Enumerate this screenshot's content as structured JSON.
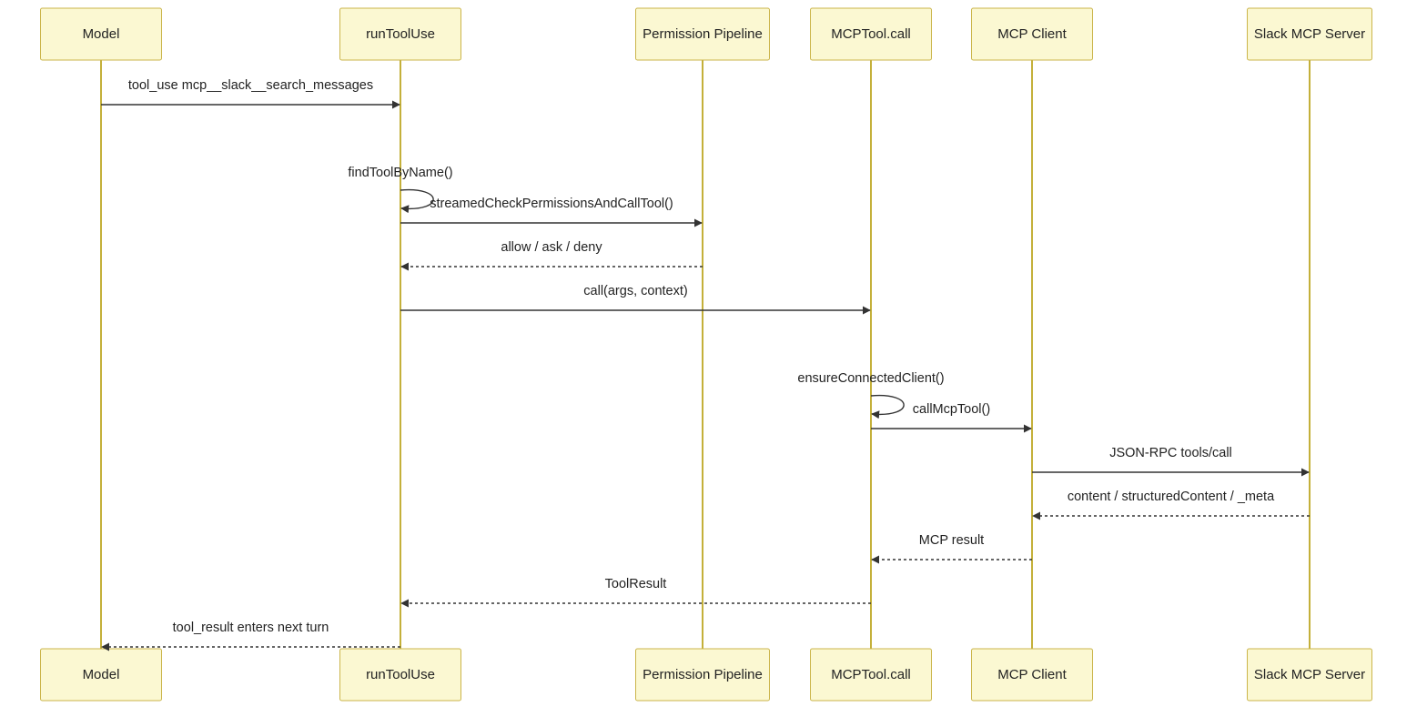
{
  "actors": [
    {
      "id": "model",
      "label": "Model"
    },
    {
      "id": "runtooluse",
      "label": "runToolUse"
    },
    {
      "id": "permission",
      "label": "Permission Pipeline"
    },
    {
      "id": "mcptool",
      "label": "MCPTool.call"
    },
    {
      "id": "mcpclient",
      "label": "MCP Client"
    },
    {
      "id": "slack",
      "label": "Slack MCP Server"
    }
  ],
  "messages": [
    {
      "from": "model",
      "to": "runtooluse",
      "label": "tool_use mcp__slack__search_messages",
      "style": "solid"
    },
    {
      "from": "runtooluse",
      "to": "runtooluse",
      "label": "findToolByName()",
      "style": "self"
    },
    {
      "from": "runtooluse",
      "to": "permission",
      "label": "streamedCheckPermissionsAndCallTool()",
      "style": "solid"
    },
    {
      "from": "permission",
      "to": "runtooluse",
      "label": "allow / ask / deny",
      "style": "dashed"
    },
    {
      "from": "runtooluse",
      "to": "mcptool",
      "label": "call(args, context)",
      "style": "solid"
    },
    {
      "from": "mcptool",
      "to": "mcptool",
      "label": "ensureConnectedClient()",
      "style": "self"
    },
    {
      "from": "mcptool",
      "to": "mcpclient",
      "label": "callMcpTool()",
      "style": "solid"
    },
    {
      "from": "mcpclient",
      "to": "slack",
      "label": "JSON-RPC tools/call",
      "style": "solid"
    },
    {
      "from": "slack",
      "to": "mcpclient",
      "label": "content / structuredContent / _meta",
      "style": "dashed"
    },
    {
      "from": "mcpclient",
      "to": "mcptool",
      "label": "MCP result",
      "style": "dashed"
    },
    {
      "from": "mcptool",
      "to": "runtooluse",
      "label": "ToolResult",
      "style": "dashed"
    },
    {
      "from": "runtooluse",
      "to": "model",
      "label": "tool_result enters next turn",
      "style": "dashed"
    }
  ]
}
